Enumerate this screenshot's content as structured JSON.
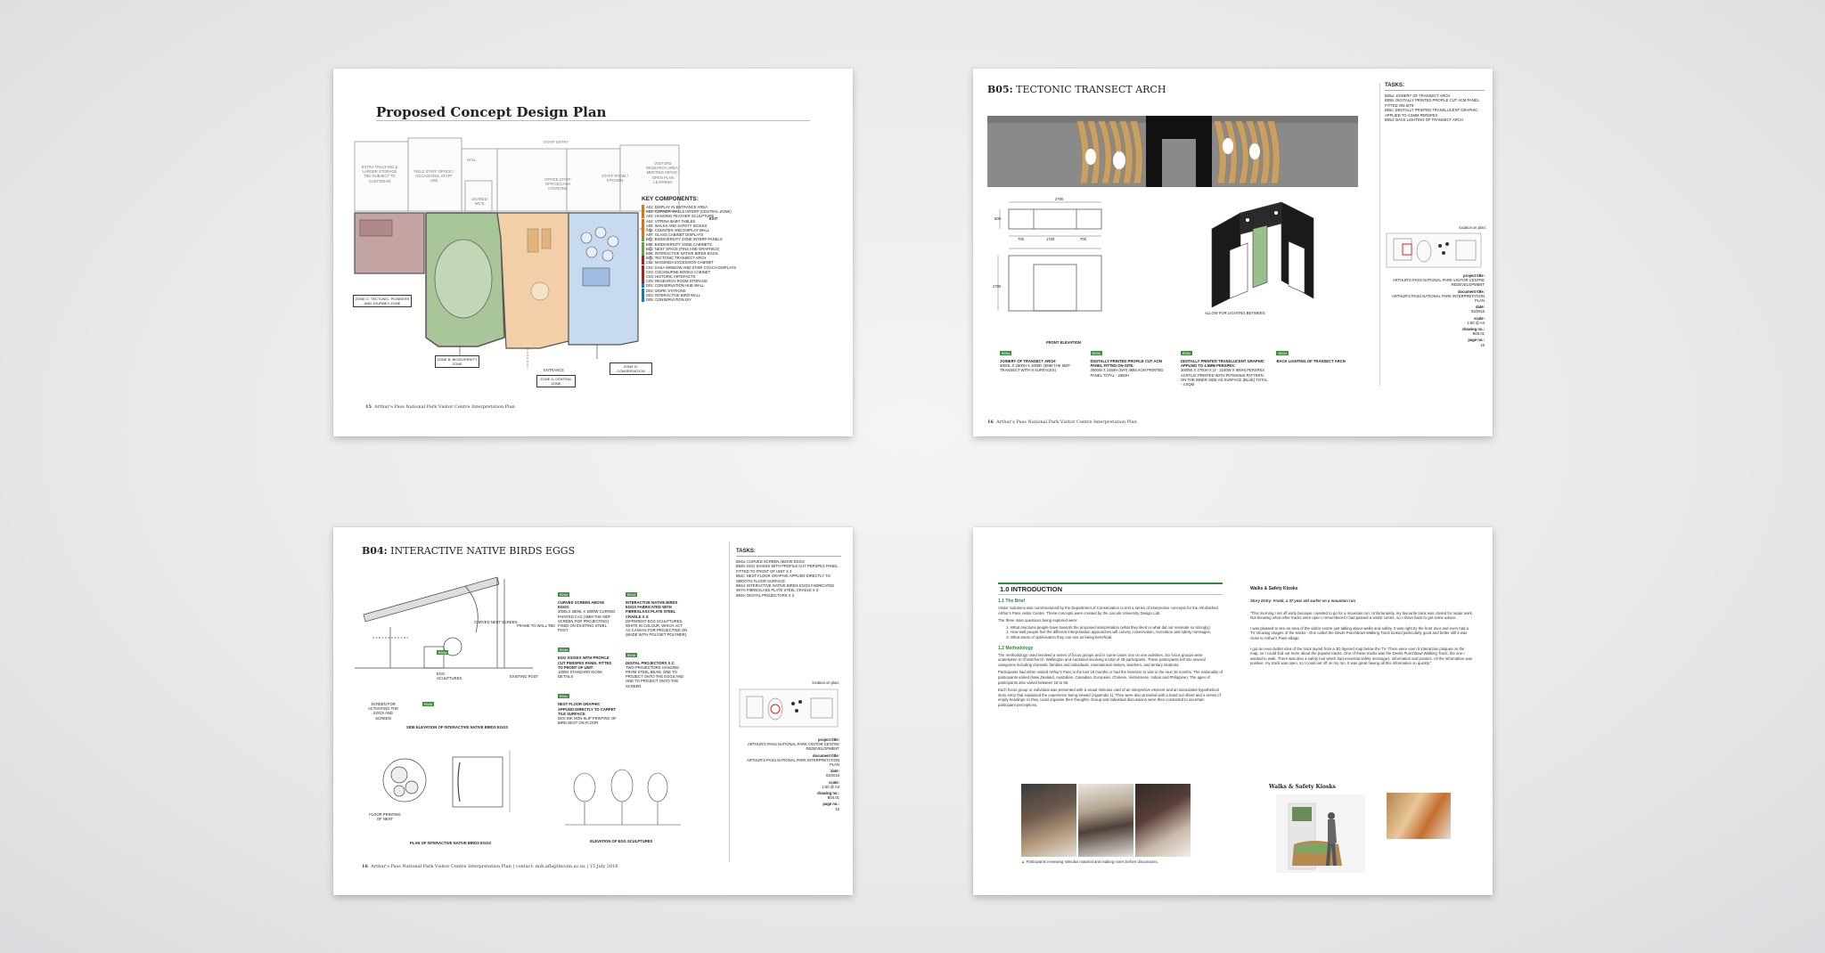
{
  "page1": {
    "title": "Proposed Concept Design Plan",
    "footer": "Arthur's Pass National Park Visitor Centre Interpretation Plan",
    "page_num": "15",
    "key_title": "KEY COMPONENTS:",
    "key_items": [
      {
        "text": "A01: DISPLAY IN ENTRANCE AREA",
        "color": "#c7782d"
      },
      {
        "text": "A03: CORNER WALLS INTERP (CENTRAL ZONE)",
        "color": "#c7782d"
      },
      {
        "text": "A03: HANGING FEATHER SCULPTURE",
        "color": "#c7782d"
      },
      {
        "text": "A04: VITRINA BABY TABLES",
        "color": "#c7782d"
      },
      {
        "text": "A05: WALKS AND SAFETY KIOSKS",
        "color": "#c7782d"
      },
      {
        "text": "A06: COUNTER AND DISPLAY WALL",
        "color": "#c7782d"
      },
      {
        "text": "A07: GLASS CABINET DISPLAYS",
        "color": "#c7782d"
      },
      {
        "text": "B01: BIODIVERSITY ZONE INTERP PANELS",
        "color": "#6a9a55"
      },
      {
        "text": "B02: BIODIVERSITY ZONE CABINETS",
        "color": "#6a9a55"
      },
      {
        "text": "B03: NEST SPACE (FINS AND GRAPHICS)",
        "color": "#6a9a55"
      },
      {
        "text": "B04: INTERACTIVE NATIVE BIRDS EGGS",
        "color": "#6a9a55"
      },
      {
        "text": "B05: TECTONIC TRANSECT ARCH",
        "color": "#8a2e2e"
      },
      {
        "text": "C01: MAGENDA EXCESSION CABINET",
        "color": "#8a2e2e"
      },
      {
        "text": "C02: KAKA WINDOW AND STAIR COACH DISPLAYS",
        "color": "#8a2e2e"
      },
      {
        "text": "C03: COCKBURNE BOOKS CABINET",
        "color": "#8a2e2e"
      },
      {
        "text": "C04: HISTORIC ARTEFACTS",
        "color": "#8a2e2e"
      },
      {
        "text": "C05: RESEARCH ROOM STORAGE",
        "color": "#8a2e2e"
      },
      {
        "text": "D01: CONSERVATION HUB WALL",
        "color": "#2c6ea8"
      },
      {
        "text": "D02: WORK STATIONS",
        "color": "#2c6ea8"
      },
      {
        "text": "D03: INTERACTIVE BIRD WALL",
        "color": "#2c6ea8"
      },
      {
        "text": "D05: CONSERVATION DIY",
        "color": "#2c6ea8"
      }
    ],
    "rooms": {
      "extra_tracking": "EXTRA TRACKING & LARGER STORAGE TBC SUBJECT TO CUSTODIAN",
      "field_staff": "FIELD STAFF OFFICE / OCCASIONAL STAFF USE",
      "hall": "HALL",
      "staff_entry": "STAFF ENTRY",
      "office_counting": "OFFICE STAFF OFFICE/CASH COUNTING",
      "staff_kitchen": "STAFF ROOM / KITCHEN",
      "visitors_research": "VISITORS RESEARCH AREA / MEETING SPACE / OPEN PLAN LEARNING",
      "shared_wcs": "SHARED WC'S",
      "exit": "EXIT",
      "entrance": "ENTRANCE"
    },
    "zones": {
      "zone_c": "ZONE C: TECTONIC, PIONEERS AND JOURNEY ZONE",
      "zone_b": "ZONE B: BIODIVERSITY ZONE",
      "zone_a": "ZONE A: CENTRAL ZONE",
      "zone_d": "ZONE D: CONSERVATION"
    }
  },
  "page2": {
    "code": "B05:",
    "title": "TECTONIC TRANSECT ARCH",
    "tasks_title": "TASKS:",
    "tasks": [
      "B05a: JOINERY OF TRANSECT ARCH",
      "B05b: DIGITALLY PRINTED PROFILE CUT ACM PANEL FITTED ON-SITE",
      "B05c: DIGITALLY PRINTED TRANSLUCENT GRAPHIC APPLIED TO 4.5MM PERSPEX",
      "B05d: BACK LIGHTING OF TRANSECT ARCH"
    ],
    "location_label": "location on plan:",
    "front_elevation": "FRONT ELEVATION",
    "allow_text": "ALLOW FOR LIGHTING BETWEEN",
    "dims": {
      "top": "2700",
      "left_h": "600",
      "mid1": "700",
      "mid2": "1700",
      "mid3": "700",
      "side": "2700"
    },
    "badges": [
      "B05a",
      "B05b",
      "B05c",
      "B05d"
    ],
    "notes": [
      {
        "title": "JOINERY OF TRANSECT ARCH:",
        "body": "300OL X 2500H X 1000D (3MM THK MDF TRANSECT WITH 9 SURFACES)"
      },
      {
        "title": "DIGITALLY PRINTED PROFILE CUT ACM PANEL FITTED ON-SITE:",
        "body": "3000W X 2150H (WH) 3MM ACM PRINTED PANEL TOTAL - 2550H"
      },
      {
        "title": "DIGITALLY PRINTED TRANSLUCENT GRAPHIC APPLIED TO 4.5MM PERSPEX:",
        "body": "3000W X 2700H X (2 - 2100W X 900H) PERSPEX ACRYLIC PRINTED WITH POTMANIS PATTERN ON THE INNER SIDE AS SURFACE (BLUE) TOTAL - 4.5QM"
      },
      {
        "title": "BACK LIGHTING OF TRANSECT ARCH",
        "body": ""
      }
    ],
    "meta": [
      {
        "label": "project title:",
        "value": "ARTHUR'S PASS NATIONAL PARK VISITOR CENTRE REDEVELOPMENT"
      },
      {
        "label": "document title:",
        "value": "ARTHUR'S PASS NATIONAL PARK INTERPRETATION PLAN"
      },
      {
        "label": "date:",
        "value": "03/2016"
      },
      {
        "label": "scale:",
        "value": "1:50 @ A3"
      },
      {
        "label": "drawing no.:",
        "value": "B05.01"
      },
      {
        "label": "page no.:",
        "value": "16"
      }
    ],
    "footer": "Arthur's Pass National Park Visitor Centre Interpretation Plan",
    "page_num": "16"
  },
  "page3": {
    "code": "B04:",
    "title": "INTERACTIVE NATIVE BIRDS EGGS",
    "tasks_title": "TASKS:",
    "tasks": [
      "B04a: CURVED SCREEN ABOVE EGGS",
      "B04b: EGG KIOSKS WITH PROFILE CUT PERSPEX PANEL FITTED TO FRONT OF UNIT X 3",
      "B04c: NEST FLOOR GRAPHIC APPLIED DIRECTLY TO SMOOTH FLOOR SURFACE",
      "B04d: INTERACTIVE NATIVE BIRDS EGGS FABRICATED WITH FIBREGLASS PLATE STEEL CRADLE X 3",
      "B04e: DIGITAL PROJECTORS X 2"
    ],
    "location_label": "location on plan:",
    "side_elevation": "SIDE ELEVATION OF INTERACTIVE NATIVE BIRDS EGGS",
    "plan_label": "PLAN OF INTERACTIVE NATIVE BIRDS EGGS",
    "egg_elevation": "ELEVATION OF EGG SCULPTURES",
    "drawing_labels": {
      "frame": "FRAME TO WALL TBC",
      "curved": "CURVED NEST SCREEN",
      "egg": "EGG SCULPTURES",
      "existing": "EXISTING POST",
      "screen": "SCREEN FOR ACTIVATING THE EGGS AND SCREEN",
      "floor": "FLOOR PRINTING OF NEST"
    },
    "notes": [
      {
        "badge": "B04a",
        "title": "CURVED SCREEN ABOVE EGGS:",
        "body": "3000LX 2800L X 1800W CURVED PAINTED CAC (3MM THK MDF SCREEN FOR PROJECTING) FIXED ON EXISTING STEEL POST"
      },
      {
        "badge": "B04b",
        "title": "EGG KIOSKS WITH PROFILE CUT PERSPEX PANEL FITTED TO FRONT OF UNIT:",
        "body": "1000H STANDARD KIOSK DETAILS"
      },
      {
        "badge": "B04c",
        "title": "NEST FLOOR GRAPHIC APPLIED DIRECTLY TO CARPET TILE SURFACE:",
        "body": "DIGI INK NON-SLIP PRINTING OF BIRD NEST ON FLOOR"
      },
      {
        "badge": "B04d",
        "title": "INTERACTIVE NATIVE BIRDS EGGS FABRICATED WITH FIBREGLASS PLATE STEEL CRADLE X 3:",
        "body": "DIFFERENT EGG SCULPTURES, WHITE IN COLOUR, WHICH ACT AS CANVAS FOR PROJECTING ON (MADE WITH POLYSET POLYMER)"
      },
      {
        "badge": "B04e",
        "title": "DIGITAL PROJECTORS X 2:",
        "body": "TWO PROJECTORS HANGING FROM STEEL BEAM, ONE TO PROJECT ONTO THE EGGS AND ONE TO PROJECT ONTO THE SCREEN"
      }
    ],
    "meta": [
      {
        "label": "project title:",
        "value": "ARTHUR'S PASS NATIONAL PARK VISITOR CENTRE REDEVELOPMENT"
      },
      {
        "label": "document title:",
        "value": "ARTHUR'S PASS NATIONAL PARK INTERPRETATION PLAN"
      },
      {
        "label": "date:",
        "value": "03/2016"
      },
      {
        "label": "scale:",
        "value": "1:50 @ A3"
      },
      {
        "label": "drawing no.:",
        "value": "B04.01"
      },
      {
        "label": "page no.:",
        "value": "16"
      }
    ],
    "footer": "Arthur's Pass National Park Visitor Centre Interpretation Plan | contact: mih.afb@lincoln.ac.nz | 15 July 2016",
    "page_num": "16"
  },
  "page4": {
    "section_title": "1.0  INTRODUCTION",
    "brief_title": "1.1  The Brief",
    "brief_para": "Visitor Solutions was commissioned by the Department of Conservation to test a series of interpretive concepts for the refurbished Arthur's Pass visitor Centre. These concepts were created by the Lincoln University Design Lab.",
    "questions_intro": "The three main questions being explored were:",
    "questions": [
      "What reactions people have towards the proposed interpretation (what they liked or what did not resonate so strongly).",
      "How well people feel the different interpretation approaches will convey conservation, recreation and safety messages.",
      "What areas of optimisation they can see as being beneficial."
    ],
    "method_title": "1.2  Methodology",
    "method_paras": [
      "The methodology used involved a series of focus groups and in some cases one on one activities. Six focus groups were undertaken in Christchurch, Wellington and Auckland involving a total of 28 participants. These participants fell into several categories including domestic families and individuals, international visitors, teachers, and tertiary students.",
      "Participants had either visited Arthur's Pass in the last 18 months or had the intention to visit in the next 18 months. The nationality of participants varied (New Zealand, Australian, Canadian, European, Chinese, Vietnamese, Indian and Philippine). The ages of participants also varied between 18 to 65.",
      "Each focus group or individual was presented with a visual stimulus card of an interpretive element and an associated hypothetical story entry that explained the experience being viewed (Appendix 1). They were also provided with a hand out sheet and a series of empty headings so they could organise their thoughts. Group and individual discussions were then conducted to ascertain participant perceptions."
    ],
    "photo_caption": "Participants reviewing stimulus material and making notes before discussions.",
    "right_title": "Walks & Safety Kiosks",
    "story_intro": "Story Entry: Frank, a 37 year old surfer on a mountain run",
    "story_paras": [
      "\"This morning I set off early because I wanted to go for a mountain run. Unfortunately, my favourite track was closed for repair work. Not knowing what other tracks were open I remembered I had passed a visitor centre, so I drove back to get some advice.",
      "I was pleased to see an area of the visitor centre just talking about walks and safety. It was right by the front door and even had a TV showing images of the tracks - One called the Devils Punchbowl Walking Track looked particularly good and better still it was close to Arthur's Pass village.",
      "I got an even better idea of the track layout from a 3D layered map below the TV. There were even 5 interactive plaques on the map, so I could find out more about the popular tracks. One of these tracks was the Devils Punchbowl Walking Track, the one I wanted to walk. There was also a safety tool which had essential safety messages, information and posters. All the information was positive, my track was open, so I could set off on my run. It was great having all this information so quickly.\""
    ],
    "kiosk_heading": "Walks & Safety Kiosks"
  }
}
